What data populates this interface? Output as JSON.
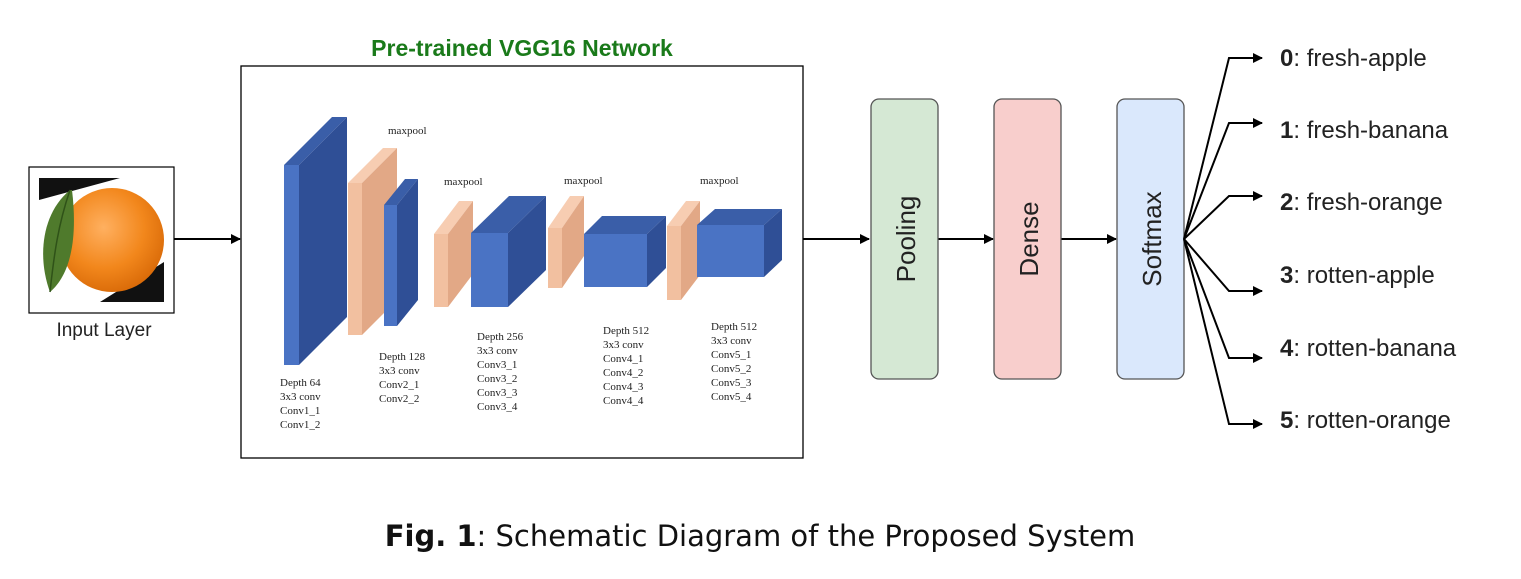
{
  "input": {
    "label": "Input Layer",
    "image": "orange-fruit-thumbnail"
  },
  "vgg": {
    "title": "Pre-trained VGG16 Network",
    "maxpool_label": "maxpool",
    "blocks": [
      {
        "lines": [
          "Depth 64",
          "3x3 conv",
          "Conv1_1",
          "Conv1_2"
        ]
      },
      {
        "lines": [
          "Depth 128",
          "3x3 conv",
          "Conv2_1",
          "Conv2_2"
        ]
      },
      {
        "lines": [
          "Depth 256",
          "3x3 conv",
          "Conv3_1",
          "Conv3_2",
          "Conv3_3",
          "Conv3_4"
        ]
      },
      {
        "lines": [
          "Depth 512",
          "3x3 conv",
          "Conv4_1",
          "Conv4_2",
          "Conv4_3",
          "Conv4_4"
        ]
      },
      {
        "lines": [
          "Depth 512",
          "3x3 conv",
          "Conv5_1",
          "Conv5_2",
          "Conv5_3",
          "Conv5_4"
        ]
      }
    ]
  },
  "layers": [
    {
      "label": "Pooling",
      "fill": "#d5e8d4",
      "stroke": "#82b366"
    },
    {
      "label": "Dense",
      "fill": "#f8cecc",
      "stroke": "#b85450"
    },
    {
      "label": "Softmax",
      "fill": "#dae8fc",
      "stroke": "#6c8ebf"
    }
  ],
  "outputs": [
    {
      "index": "0",
      "label": ": fresh-apple"
    },
    {
      "index": "1",
      "label": ": fresh-banana"
    },
    {
      "index": "2",
      "label": ": fresh-orange"
    },
    {
      "index": "3",
      "label": ": rotten-apple"
    },
    {
      "index": "4",
      "label": ": rotten-banana"
    },
    {
      "index": "5",
      "label": ": rotten-orange"
    }
  ],
  "caption": {
    "prefix": "Fig. 1",
    "text": ": Schematic Diagram of the Proposed System"
  },
  "colors": {
    "title_green": "#1a7a1a",
    "conv_front": "#4a73c4",
    "conv_top": "#3a5ea8",
    "conv_side": "#2f4f96",
    "pool_front": "#f2c0a0",
    "pool_side": "#e2a886"
  }
}
